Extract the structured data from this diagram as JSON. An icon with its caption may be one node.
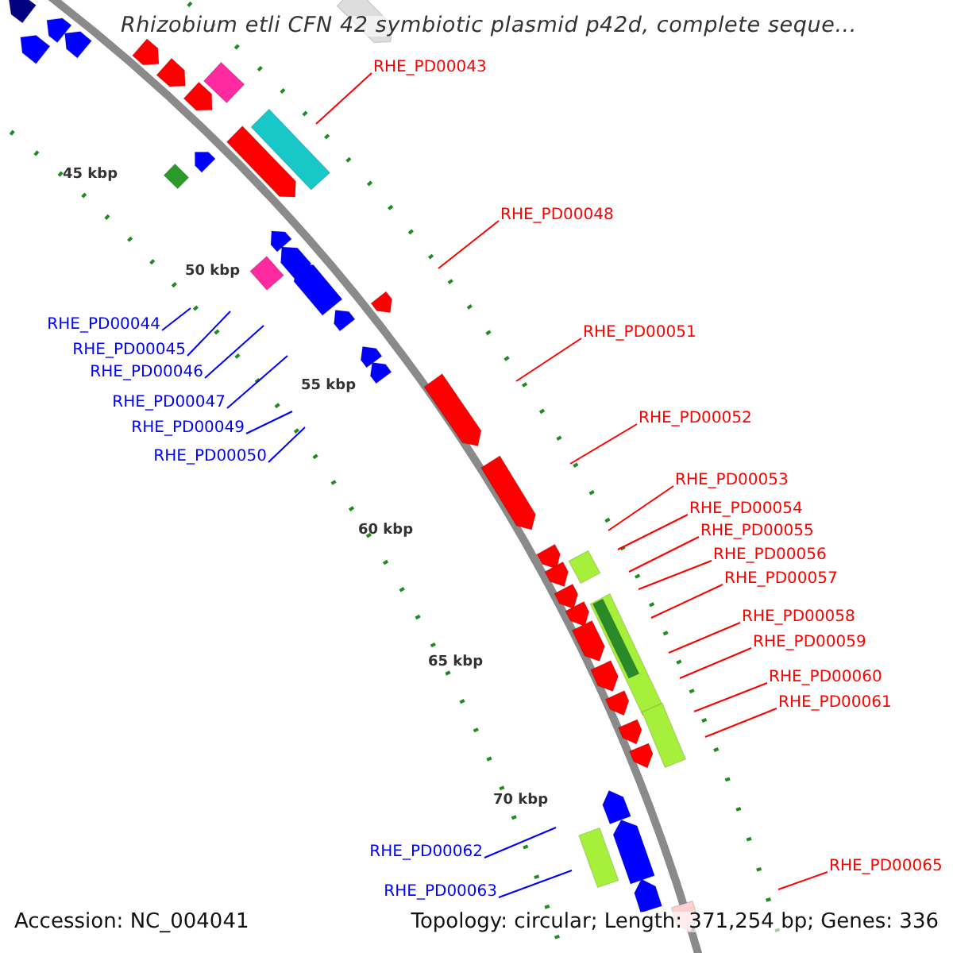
{
  "diagram": {
    "title": "Rhizobium etli CFN 42 symbiotic plasmid p42d, complete seque...",
    "nodes": [
      {
        "text": [
          "RHE_PD00043"
        ]
      },
      {
        "text": [
          "RHE_PD00048"
        ]
      },
      {
        "text": [
          "RHE_PD00044"
        ]
      },
      {
        "text": [
          "RHE_PD00051"
        ]
      },
      {
        "text": [
          "RHE_PD00045"
        ]
      },
      {
        "text": [
          "RHE_PD00046"
        ]
      },
      {
        "text": [
          "RHE_PD00047"
        ]
      },
      {
        "text": [
          "RHE_PD00052"
        ]
      },
      {
        "text": [
          "RHE_PD00049"
        ]
      },
      {
        "text": [
          "RHE_PD00050"
        ]
      },
      {
        "text": [
          "RHE_PD00053"
        ]
      },
      {
        "text": [
          "RHE_PD00054"
        ]
      },
      {
        "text": [
          "RHE_PD00055"
        ]
      },
      {
        "text": [
          "RHE_PD00056"
        ]
      },
      {
        "text": [
          "RHE_PD00057"
        ]
      },
      {
        "text": [
          "RHE_PD00058"
        ]
      },
      {
        "text": [
          "RHE_PD00059"
        ]
      },
      {
        "text": [
          "RHE_PD00060"
        ]
      },
      {
        "text": [
          "RHE_PD00061"
        ]
      },
      {
        "text": [
          "RHE_PD00062"
        ]
      },
      {
        "text": [
          "RHE_PD00065"
        ]
      },
      {
        "text": [
          "RHE_PD00063"
        ]
      }
    ],
    "edges": [
      {
        "from": 0,
        "to": null,
        "arrow": "none"
      },
      {
        "from": 1,
        "to": null,
        "arrow": "none"
      },
      {
        "from": 2,
        "to": null,
        "arrow": "none",
        "color": "#0000ff"
      },
      {
        "from": 3,
        "to": null,
        "arrow": "none"
      },
      {
        "from": 4,
        "to": null,
        "arrow": "none",
        "color": "#0000ff"
      },
      {
        "from": 5,
        "to": null,
        "arrow": "none",
        "color": "#0000ff"
      },
      {
        "from": 6,
        "to": null,
        "arrow": "none",
        "color": "#0000ff"
      },
      {
        "from": 7,
        "to": null,
        "arrow": "none"
      },
      {
        "from": 8,
        "to": null,
        "arrow": "none",
        "color": "#0000ff"
      },
      {
        "from": 9,
        "to": null,
        "arrow": "none",
        "color": "#0000ff"
      },
      {
        "from": 10,
        "to": null,
        "arrow": "none"
      },
      {
        "from": 11,
        "to": null,
        "arrow": "none"
      },
      {
        "from": 12,
        "to": null,
        "arrow": "none"
      },
      {
        "from": 13,
        "to": null,
        "arrow": "none"
      },
      {
        "from": 14,
        "to": null,
        "arrow": "none"
      },
      {
        "from": 15,
        "to": null,
        "arrow": "none"
      },
      {
        "from": 16,
        "to": null,
        "arrow": "none"
      },
      {
        "from": 17,
        "to": null,
        "arrow": "none"
      },
      {
        "from": 18,
        "to": null,
        "arrow": "none"
      },
      {
        "from": 19,
        "to": null,
        "arrow": "none",
        "color": "#0000ff"
      },
      {
        "from": 20,
        "to": null,
        "arrow": "none"
      },
      {
        "from": 21,
        "to": null,
        "arrow": "none",
        "color": "#0000ff"
      }
    ],
    "labels": [
      "45 kbp",
      "50 kbp",
      "55 kbp",
      "60 kbp",
      "65 kbp",
      "70 kbp",
      "Accession: NC_004041",
      "Topology: circular; Length: 371,254 bp; Genes: 336"
    ]
  }
}
